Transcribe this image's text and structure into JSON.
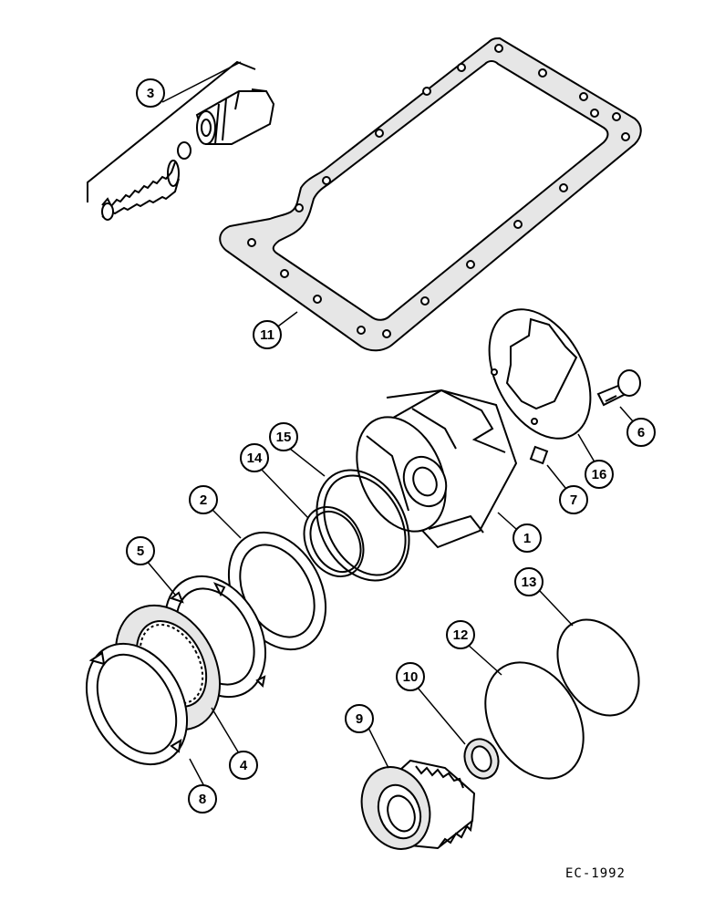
{
  "diagram": {
    "reference_code": "EC-1992",
    "callouts": {
      "c1": "1",
      "c2": "2",
      "c3": "3",
      "c4": "4",
      "c5": "5",
      "c6": "6",
      "c7": "7",
      "c8": "8",
      "c9": "9",
      "c10": "10",
      "c11": "11",
      "c12": "12",
      "c13": "13",
      "c14": "14",
      "c15": "15",
      "c16": "16"
    }
  }
}
